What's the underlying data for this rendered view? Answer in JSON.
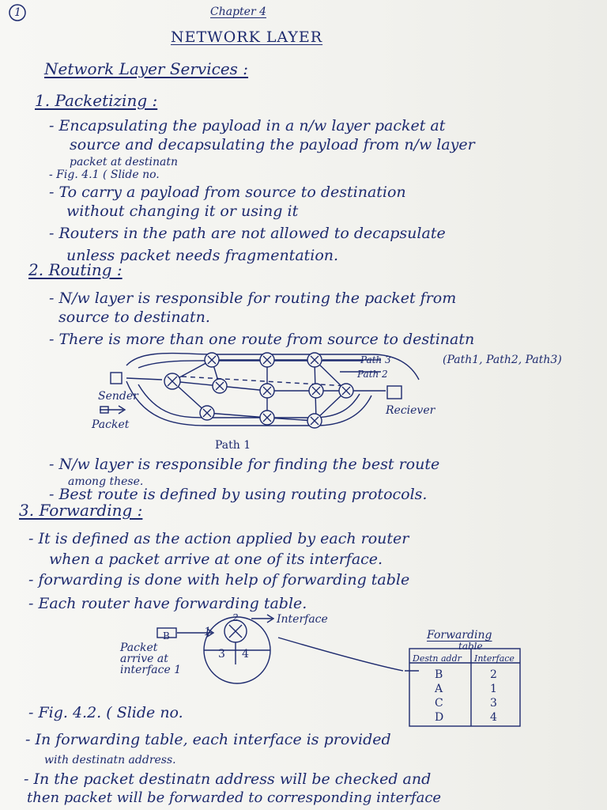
{
  "header": {
    "page_number": "1",
    "chapter": "Chapter 4",
    "title": "NETWORK LAYER"
  },
  "section_heading": "Network Layer Services :",
  "packetizing": {
    "heading": "1. Packetizing :",
    "lines": [
      "- Encapsulating the payload in a n/w layer packet at",
      "source and decapsulating the payload from n/w layer",
      "packet at destinatn",
      "- Fig. 4.1 ( Slide no.",
      "- To carry a payload from source to destination",
      "without changing it or using it",
      "- Routers in the path are not allowed to decapsulate",
      "unless packet needs fragmentation."
    ]
  },
  "routing": {
    "heading": "2. Routing :",
    "lines": [
      "- N/w layer is responsible for routing the packet from",
      "source to destinatn.",
      "- There is more than one route from source to destinatn",
      "(Path1, Path2, Path3)"
    ],
    "diagram": {
      "path3": "Path 3",
      "path2": "Path 2",
      "path1": "Path 1",
      "sender": "Sender",
      "packet": "Packet",
      "receiver": "Reciever"
    },
    "lines_after": [
      "- N/w layer is responsible for finding the best route",
      "among these.",
      "- Best route is defined by using routing protocols."
    ]
  },
  "forwarding": {
    "heading": "3. Forwarding :",
    "lines": [
      "- It is defined as the action applied by each router",
      "when a packet arrive at one of its interface.",
      "- forwarding is done with help of forwarding table",
      "- Each router have forwarding table."
    ],
    "diagram": {
      "interface_label": "Interface",
      "packet_box": "B",
      "packet_note_1": "Packet",
      "packet_note_2": "arrive at",
      "packet_note_3": "interface 1",
      "port_labels": [
        "1",
        "2",
        "3",
        "4"
      ],
      "table_title_1": "Forwarding",
      "table_title_2": "table",
      "col_dest": "Destn addr",
      "col_iface": "Interface",
      "rows": [
        {
          "dest": "B",
          "iface": "2"
        },
        {
          "dest": "A",
          "iface": "1"
        },
        {
          "dest": "C",
          "iface": "3"
        },
        {
          "dest": "D",
          "iface": "4"
        }
      ]
    },
    "lines_after": [
      "- Fig. 4.2. ( Slide no.",
      "- In forwarding table, each interface is provided",
      "with destinatn address.",
      "- In the packet destinatn address will be checked and",
      "then packet will be forwarded to corresponding interface"
    ]
  }
}
